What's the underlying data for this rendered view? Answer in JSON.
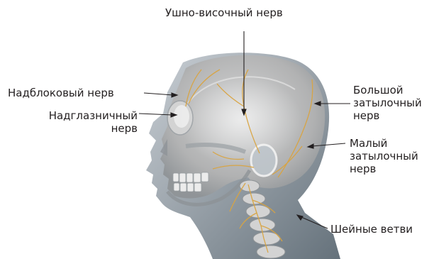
{
  "labels": {
    "auriculotemporal": [
      "Ушно-височный нерв"
    ],
    "supratrochlear": [
      "Надблоковый нерв"
    ],
    "supraorbital": [
      "Надглазничный",
      "нерв"
    ],
    "greater_occipital": [
      "Большой",
      "затылочный",
      "нерв"
    ],
    "lesser_occipital": [
      "Малый",
      "затылочный",
      "нерв"
    ],
    "cervical": [
      "Шейные ветви"
    ]
  },
  "colors": {
    "label_text": "#231f20",
    "leader_line": "#231f20",
    "nerve": "#d9a441",
    "skull": "#c9c9c9",
    "body": "#b9c3cc"
  }
}
